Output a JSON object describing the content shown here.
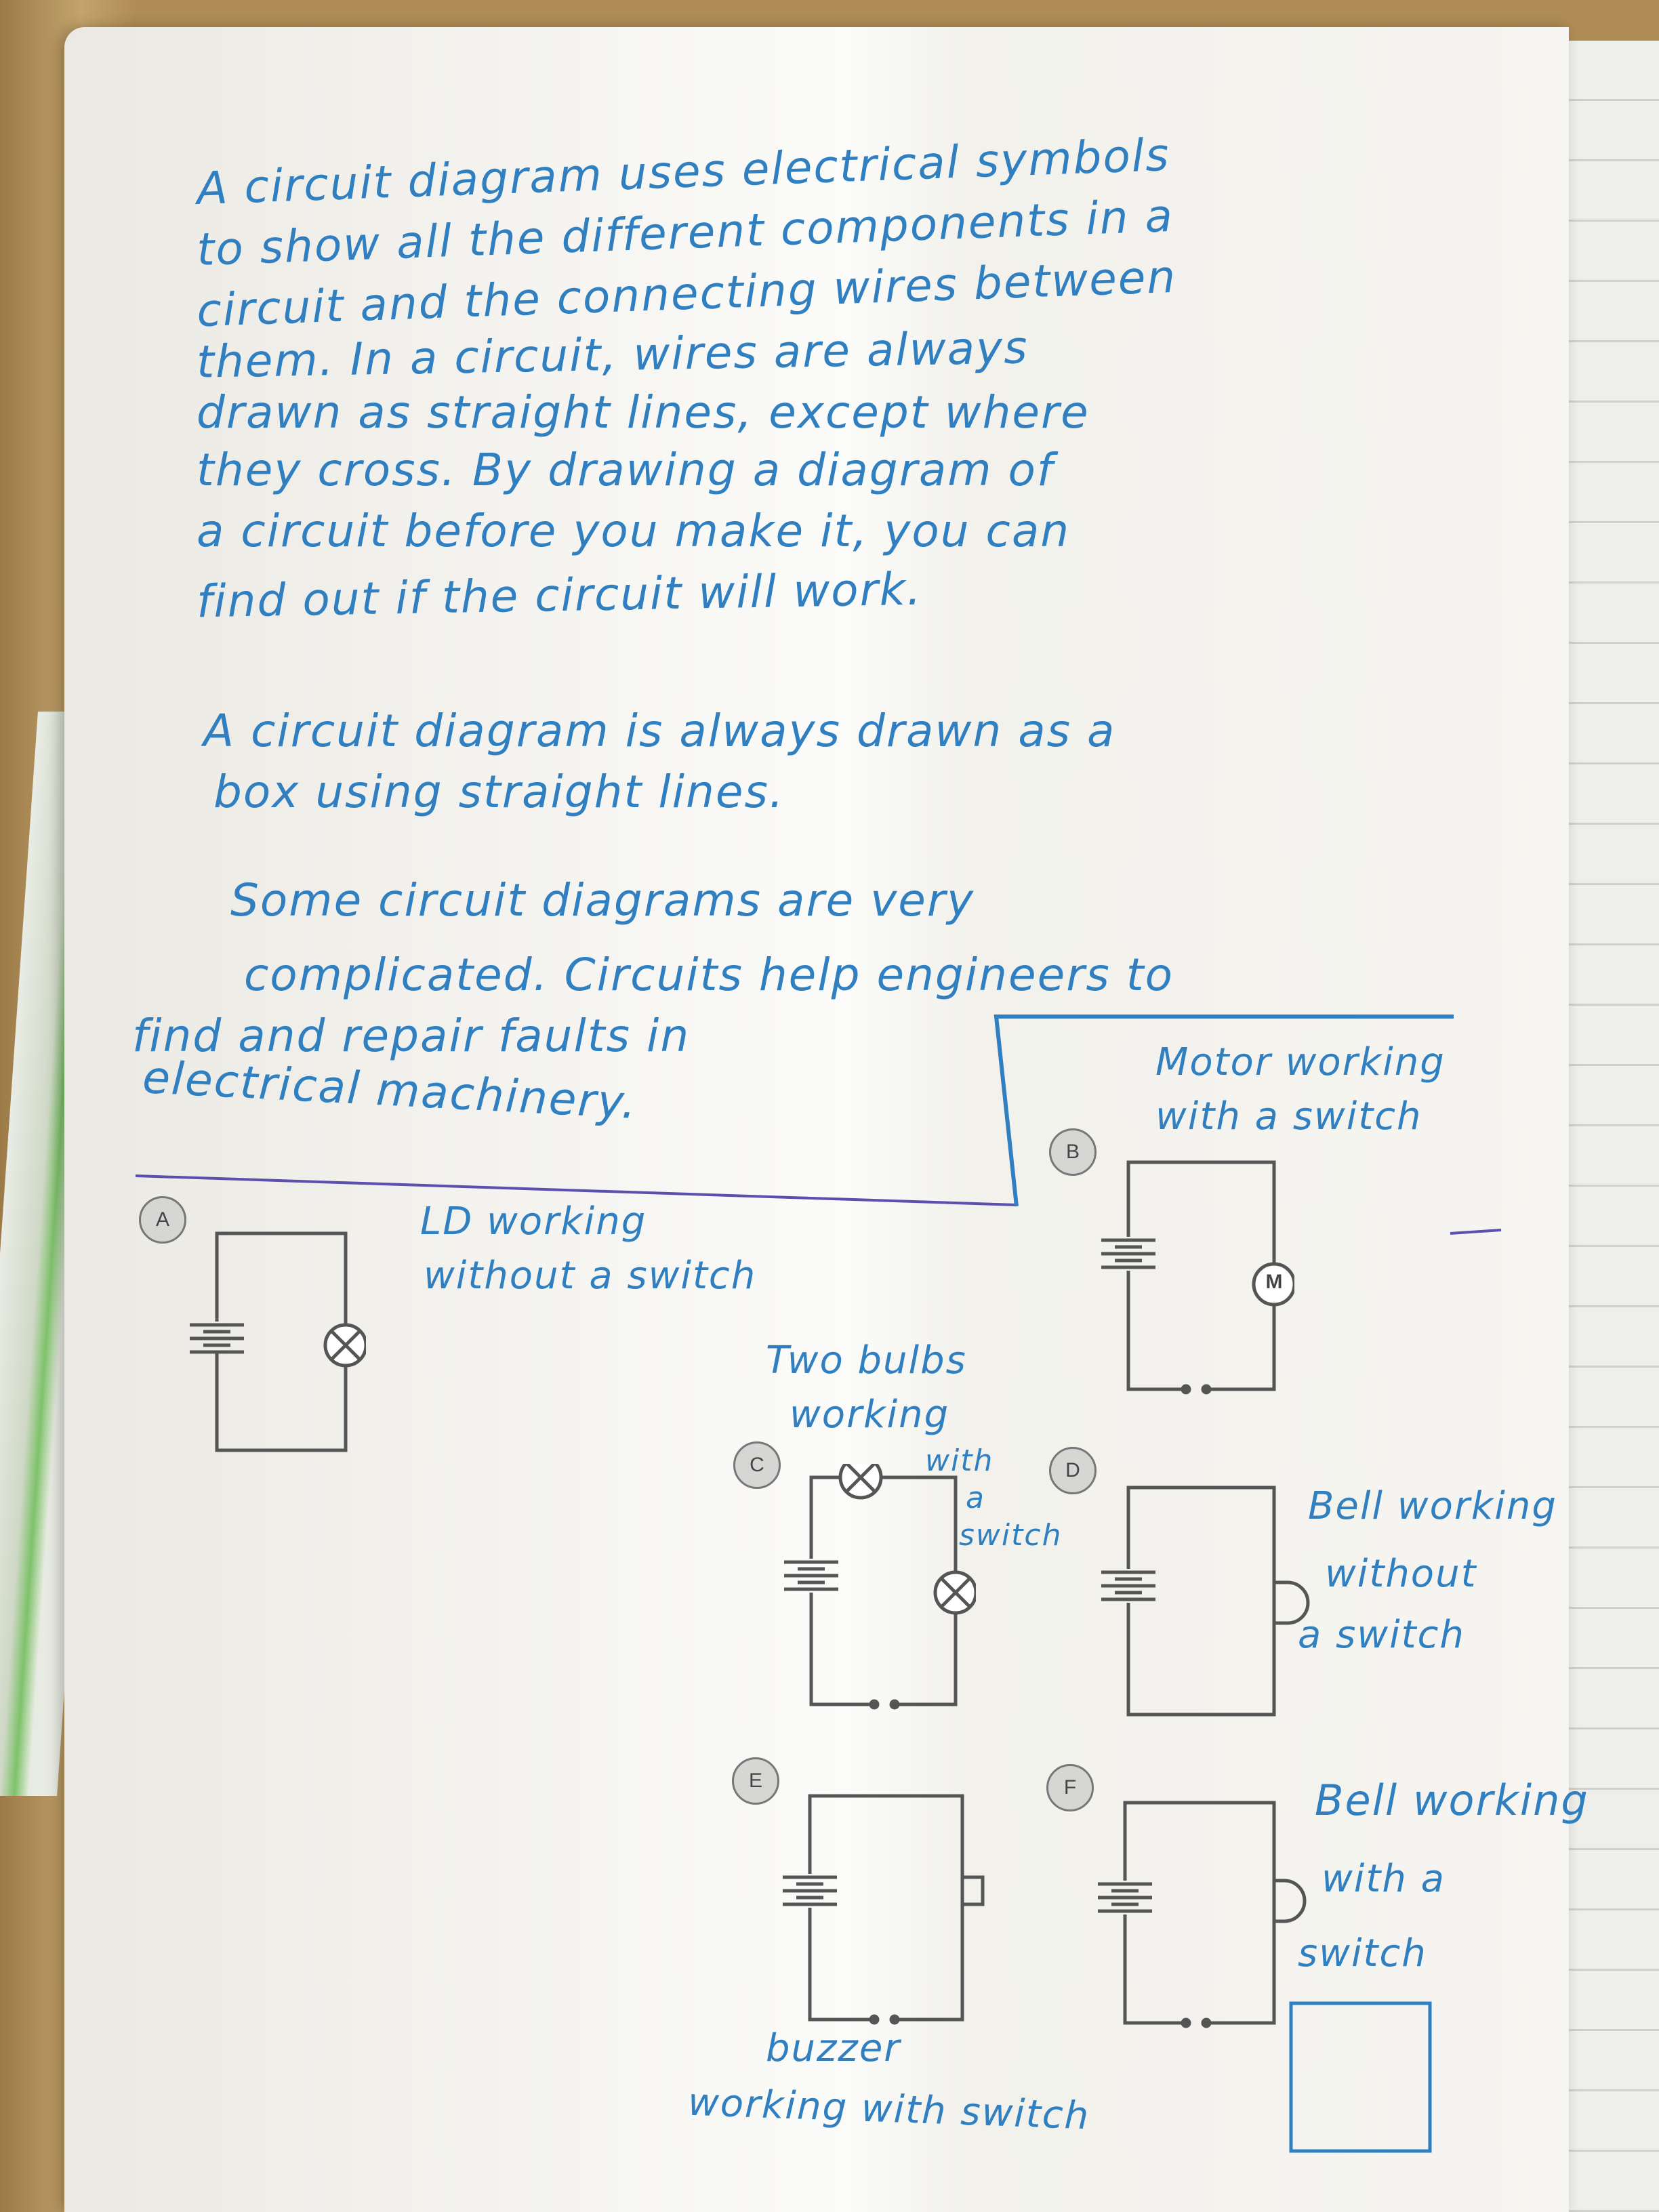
{
  "paragraph1": [
    "A circuit diagram uses electrical symbols",
    "to show all the different components in a",
    "circuit and the connecting wires between",
    "them. In a circuit, wires are always",
    "drawn as straight lines, except where",
    "they cross. By drawing a diagram of",
    "a circuit before you make it, you can",
    "find out if the circuit will work."
  ],
  "paragraph2": [
    "A circuit diagram is always drawn as a",
    "box using straight lines."
  ],
  "paragraph3": [
    "Some circuit diagrams are very",
    "complicated. Circuits help engineers to",
    "find and repair faults in",
    "electrical machinery."
  ],
  "circuits": {
    "a": {
      "tag": "A",
      "note": [
        "LD working",
        "without a switch"
      ]
    },
    "b": {
      "tag": "B",
      "note": [
        "Motor working",
        "with a switch"
      ],
      "motor": "M"
    },
    "c": {
      "tag": "C",
      "note": [
        "Two bulbs",
        "working",
        "with",
        "a",
        "switch"
      ]
    },
    "d": {
      "tag": "D",
      "note": [
        "Bell working",
        "without",
        "a switch"
      ]
    },
    "e": {
      "tag": "E",
      "note": [
        "buzzer",
        "working with switch"
      ]
    },
    "f": {
      "tag": "F",
      "note": [
        "Bell working",
        "with a",
        "switch"
      ]
    }
  },
  "colors": {
    "ink": "#2f7fc1",
    "rule": "#5b4fb0"
  }
}
